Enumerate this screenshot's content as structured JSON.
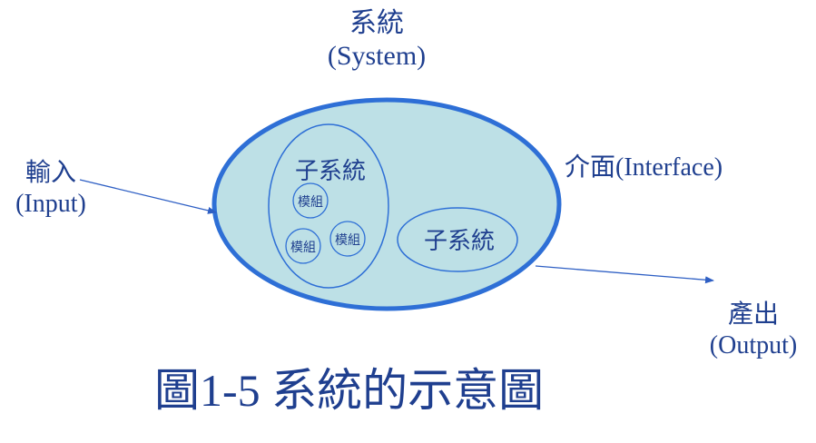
{
  "system": {
    "label_zh": "系統",
    "label_en": "(System)"
  },
  "input": {
    "label_zh": "輸入",
    "label_en": "(Input)"
  },
  "interface": {
    "label": "介面(Interface)"
  },
  "output": {
    "label_zh": "產出",
    "label_en": "(Output)"
  },
  "subsystem_left": {
    "label": "子系統",
    "modules": [
      "模組",
      "模組",
      "模組"
    ]
  },
  "subsystem_right": {
    "label": "子系統"
  },
  "caption": "圖1-5 系統的示意圖",
  "colors": {
    "text": "#1f3f8f",
    "system_fill": "#bde0e6",
    "system_stroke": "#2e6fd6",
    "line": "#2e5fc4"
  }
}
